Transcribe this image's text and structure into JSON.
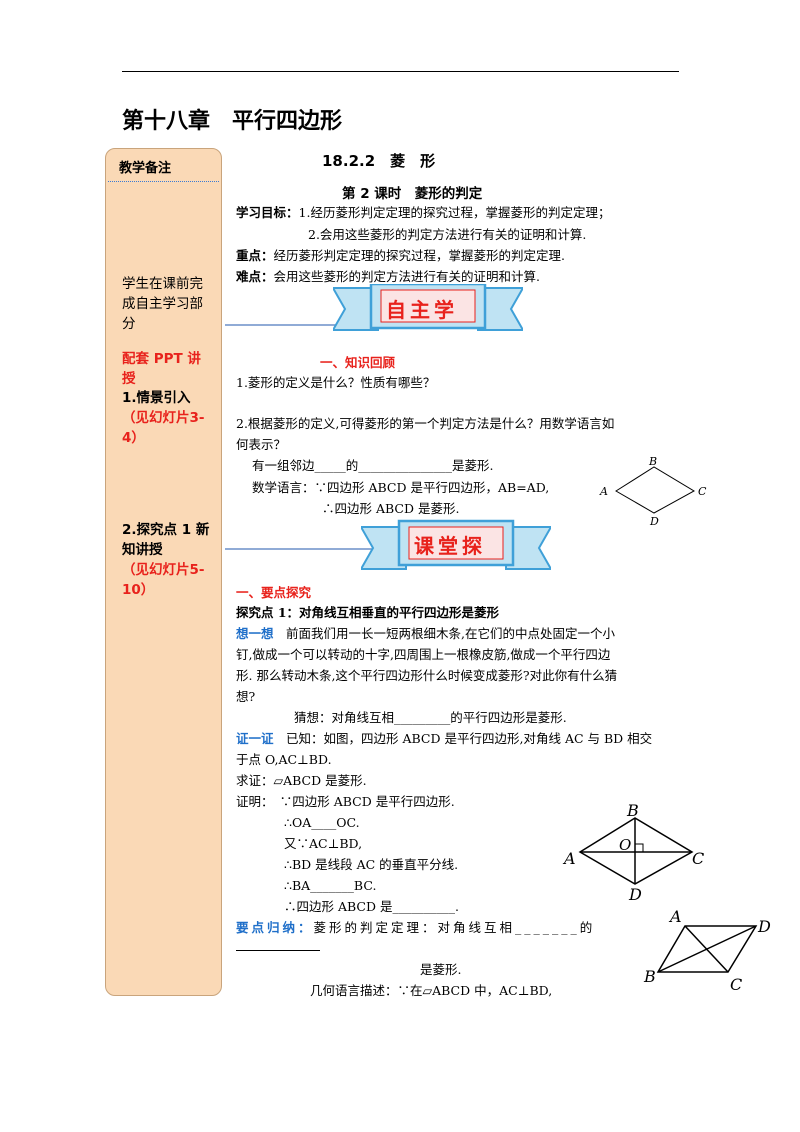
{
  "chapter_title": "第十八章　平行四边形",
  "sidebar": {
    "heading": "教学备注",
    "note1": "学生在课前完成自主学习部分",
    "ppt": "配套 PPT 讲授",
    "step1": "1.情景引入",
    "step1_slides": "（见幻灯片3-4）",
    "step2": "2.探究点 1 新知讲授",
    "step2_slides": "（见幻灯片5-10）"
  },
  "section_title": "18.2.2　菱　形",
  "lesson_title": "第 2 课时　菱形的判定",
  "objectives": {
    "label": "学习目标：",
    "item1": "1.经历菱形判定定理的探究过程，掌握菱形的判定定理；",
    "item2": "2.会用这些菱形的判定方法进行有关的证明和计算.",
    "key_label": "重点：",
    "key": "经历菱形判定定理的探究过程，掌握菱形的判定定理.",
    "diff_label": "难点：",
    "diff": "会用这些菱形的判定方法进行有关的证明和计算."
  },
  "banner1": "自主学习",
  "review": {
    "title": "一、知识回顾",
    "q1": "1.菱形的定义是什么？性质有哪些？",
    "q2a": "2.根据菱形的定义,可得菱形的第一个判定方法是什么？用数学语言如",
    "q2b": "何表示？",
    "fill1": "有一组邻边_____的_______________是菱形.",
    "math1": "数学语言：∵四边形 ABCD 是平行四边形，AB=AD,",
    "math2": "∴四边形 ABCD 是菱形."
  },
  "banner2": "课堂探究",
  "explore": {
    "title": "一、要点探究",
    "point1": "探究点 1：对角线互相垂直的平行四边形是菱形",
    "think_label": "想一想",
    "think1": "　前面我们用一长一短两根细木条,在它们的中点处固定一个小",
    "think2": "钉,做成一个可以转动的十字,四周围上一根橡皮筋,做成一个平行四边",
    "think3": "形. 那么转动木条,这个平行四边形什么时候变成菱形?对此你有什么猜",
    "think4": "想?",
    "guess": "猜想：对角线互相_________的平行四边形是菱形.",
    "prove_label": "证一证",
    "prove1": "　已知：如图，四边形 ABCD 是平行四边形,对角线 AC 与 BD 相交",
    "prove2": "于点 O,AC⊥BD.",
    "goal": "求证：▱ABCD 是菱形.",
    "proof0": "证明：　∵四边形 ABCD 是平行四边形.",
    "proof1": "∴OA____OC.",
    "proof2": "又∵AC⊥BD,",
    "proof3": "∴BD 是线段 AC 的垂直平分线.",
    "proof4": "∴BA_______BC.",
    "proof5": "∴四边形 ABCD 是__________.",
    "summary_label": "要点归纳：",
    "summary1": "菱形的判定定理：对角线互相_______的",
    "summary2": "是菱形.",
    "geo": "几何语言描述：∵在▱ABCD 中，AC⊥BD,"
  },
  "labels": {
    "A": "A",
    "B": "B",
    "C": "C",
    "D": "D",
    "O": "O"
  }
}
